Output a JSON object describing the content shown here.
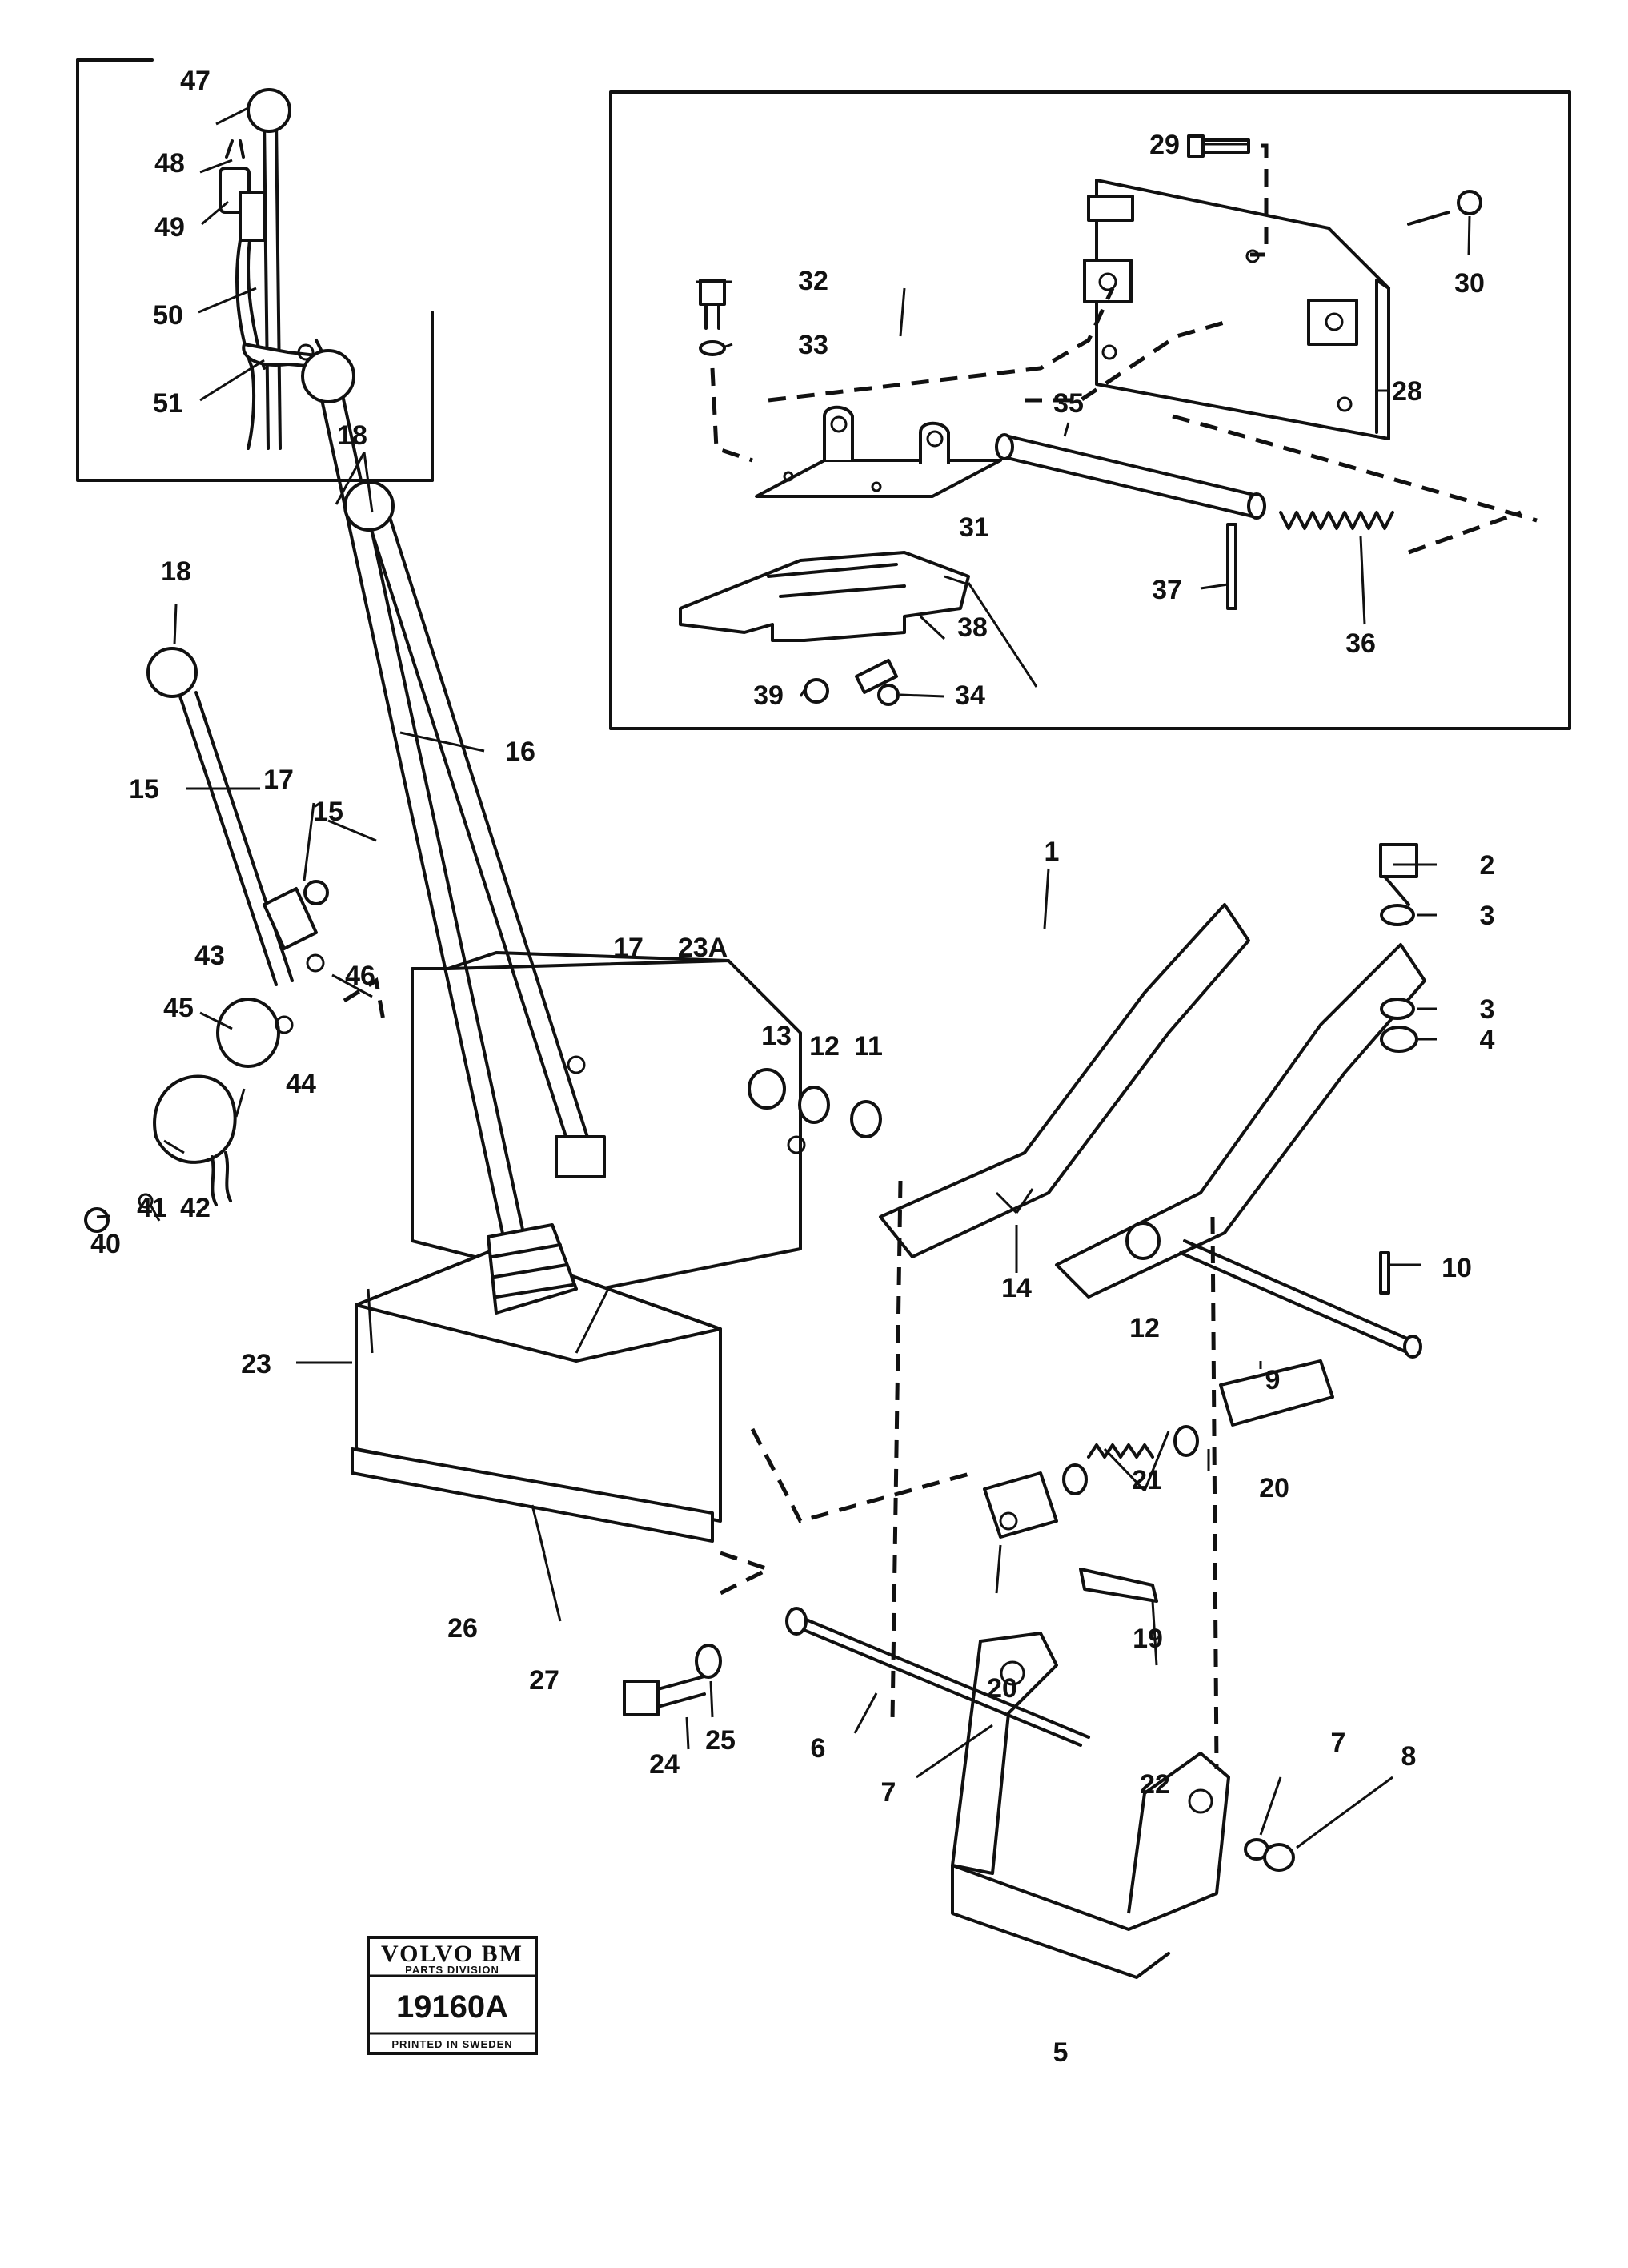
{
  "badge": {
    "brand": "VOLVO BM",
    "division": "PARTS DIVISION",
    "number": "19160A",
    "printed": "PRINTED IN SWEDEN"
  },
  "callouts": {
    "p1": "1",
    "p2": "2",
    "p3a": "3",
    "p3b": "3",
    "p4": "4",
    "p5": "5",
    "p6": "6",
    "p7a": "7",
    "p7b": "7",
    "p8": "8",
    "p9": "9",
    "p10": "10",
    "p11": "11",
    "p12a": "12",
    "p12b": "12",
    "p13": "13",
    "p14": "14",
    "p15a": "15",
    "p15b": "15",
    "p16": "16",
    "p17a": "17",
    "p17b": "17",
    "p18a": "18",
    "p18b": "18",
    "p19": "19",
    "p20a": "20",
    "p20b": "20",
    "p21": "21",
    "p22": "22",
    "p23": "23",
    "p23a": "23A",
    "p24": "24",
    "p25": "25",
    "p26": "26",
    "p27": "27",
    "p28": "28",
    "p29": "29",
    "p30": "30",
    "p31": "31",
    "p32": "32",
    "p33": "33",
    "p34": "34",
    "p35": "35",
    "p36": "36",
    "p37": "37",
    "p38": "38",
    "p39": "39",
    "p40": "40",
    "p41": "41",
    "p42": "42",
    "p43": "43",
    "p44": "44",
    "p45": "45",
    "p46": "46",
    "p47": "47",
    "p48": "48",
    "p49": "49",
    "p50": "50",
    "p51": "51"
  }
}
